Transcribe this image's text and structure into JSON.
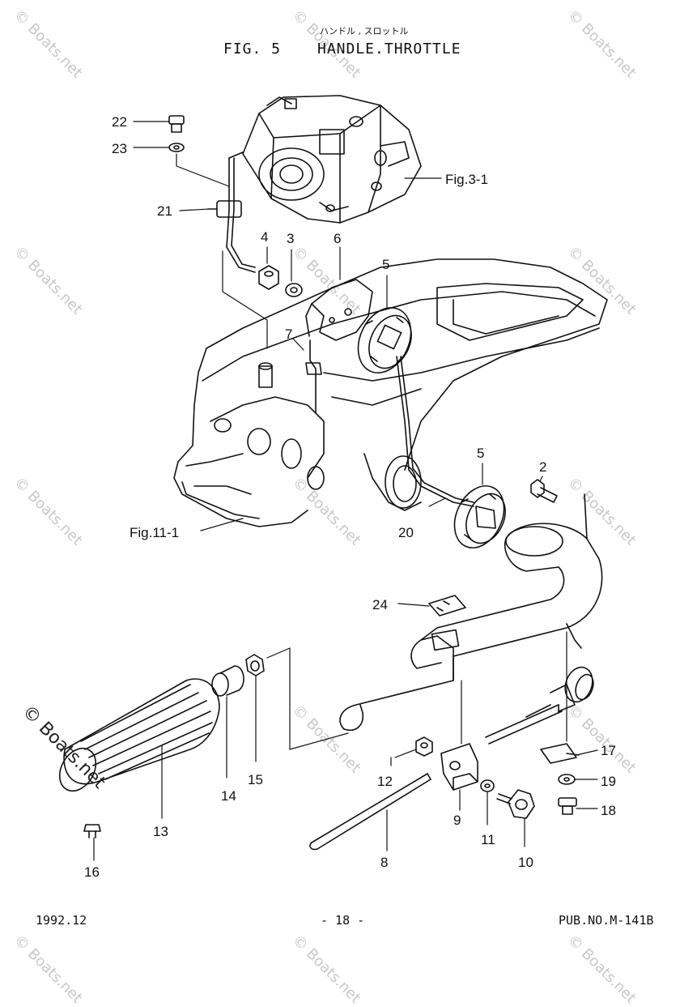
{
  "header": {
    "subtitle_jp": "ハンドル , スロットル",
    "figure_number": "FIG.  5",
    "figure_title": "HANDLE.THROTTLE"
  },
  "callouts": [
    {
      "id": "22",
      "label": "22"
    },
    {
      "id": "23",
      "label": "23"
    },
    {
      "id": "21",
      "label": "21"
    },
    {
      "id": "4",
      "label": "4"
    },
    {
      "id": "3",
      "label": "3"
    },
    {
      "id": "6",
      "label": "6"
    },
    {
      "id": "5a",
      "label": "5"
    },
    {
      "id": "7",
      "label": "7"
    },
    {
      "id": "5b",
      "label": "5"
    },
    {
      "id": "2",
      "label": "2"
    },
    {
      "id": "20",
      "label": "20"
    },
    {
      "id": "24",
      "label": "24"
    },
    {
      "id": "14",
      "label": "14"
    },
    {
      "id": "15",
      "label": "15"
    },
    {
      "id": "13",
      "label": "13"
    },
    {
      "id": "16",
      "label": "16"
    },
    {
      "id": "12",
      "label": "12"
    },
    {
      "id": "9",
      "label": "9"
    },
    {
      "id": "11",
      "label": "11"
    },
    {
      "id": "8",
      "label": "8"
    },
    {
      "id": "10",
      "label": "10"
    },
    {
      "id": "17",
      "label": "17"
    },
    {
      "id": "19",
      "label": "19"
    },
    {
      "id": "18",
      "label": "18"
    }
  ],
  "references": {
    "fig31": "Fig.3-1",
    "fig111": "Fig.11-1"
  },
  "footer": {
    "date": "1992.12",
    "page": "- 18 -",
    "publication": "PUB.NO.M-141B"
  },
  "watermark": {
    "text": "© Boats.net"
  }
}
